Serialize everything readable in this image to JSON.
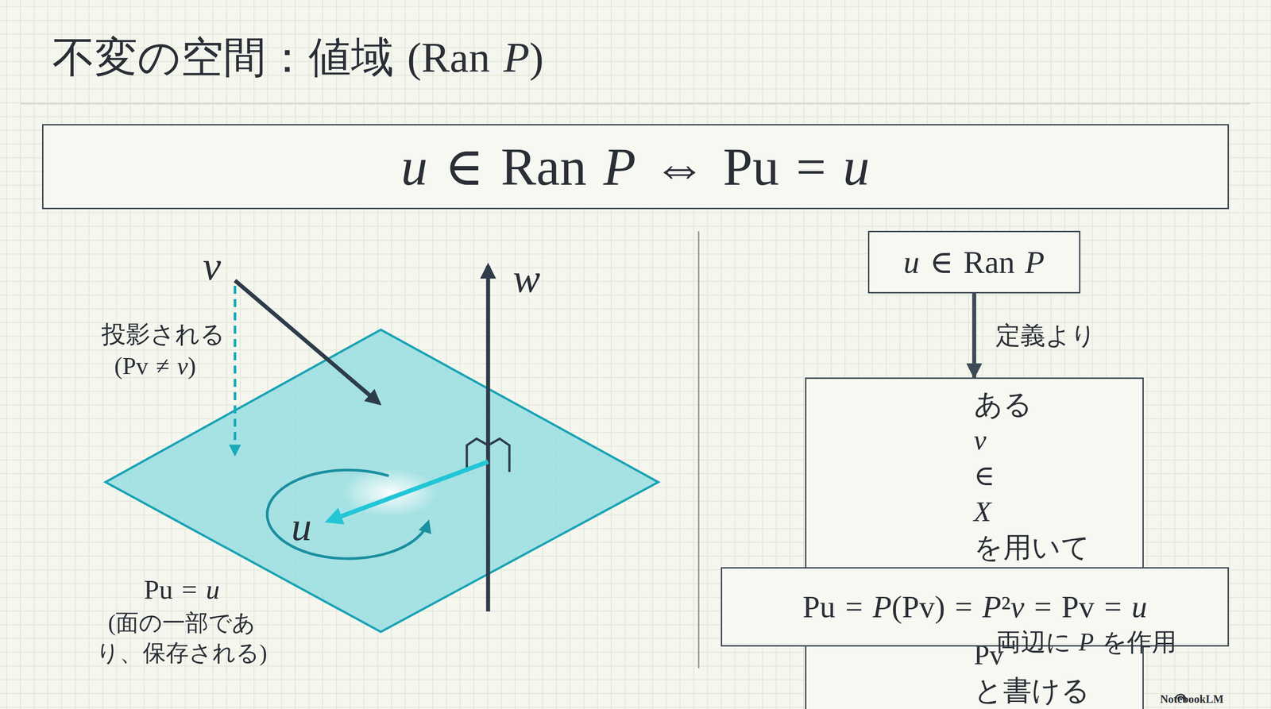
{
  "diagram": {
    "title": "不変の空間：値域 (Ran P)",
    "nodes": [
      {
        "text": [
          "u ∈ Ran P ⇔ Pu = u"
        ]
      },
      {
        "text": [
          "u ∈ Ran P"
        ]
      },
      {
        "text": [
          "ある v ∈ X を用いて u = Pv と書ける"
        ]
      },
      {
        "text": [
          "Pu = P(Pv) = P²v = Pv = u"
        ]
      }
    ],
    "edges": [
      {
        "from": 1,
        "to": 2,
        "arrow": "to",
        "label": "定義より"
      },
      {
        "from": 2,
        "to": 3,
        "arrow": "to",
        "label": "両辺に P を作用"
      }
    ],
    "labels": [
      "v",
      "w",
      "投影される (Pv ≠ v)",
      "u",
      "Pu = u",
      "(面の一部であり、保存される)",
      "NotebookLM"
    ]
  }
}
